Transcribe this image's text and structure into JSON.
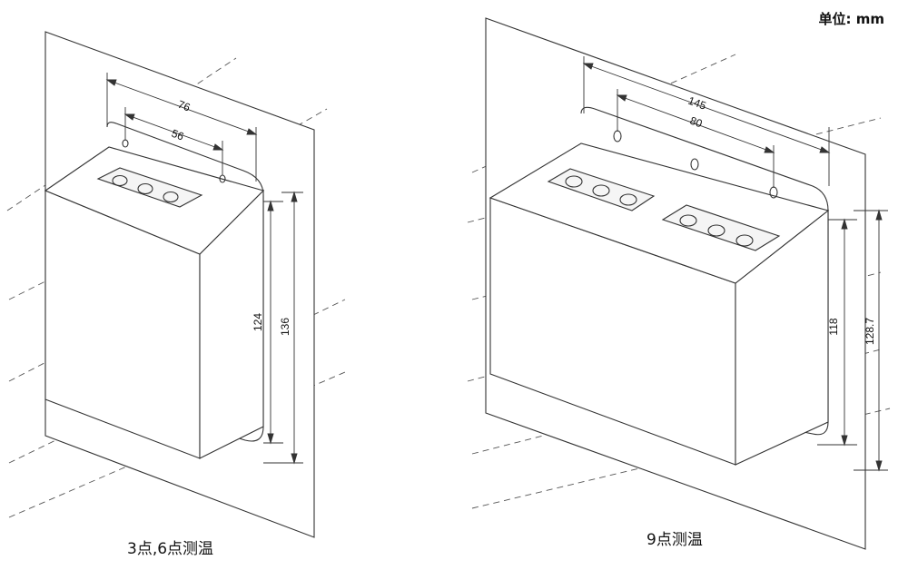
{
  "unit_label": "单位: mm",
  "left": {
    "caption": "3点,6点测温",
    "dims": {
      "outer_width": "76",
      "hole_spacing": "56",
      "inner_height": "124",
      "outer_height": "136"
    }
  },
  "right": {
    "caption": "9点测温",
    "dims": {
      "outer_width": "145",
      "hole_spacing": "80",
      "inner_height": "118",
      "outer_height": "128.7"
    }
  },
  "colors": {
    "line": "#333333",
    "dash": "#555555",
    "face": "#ffffff",
    "terminal": "#f2f2f2"
  }
}
